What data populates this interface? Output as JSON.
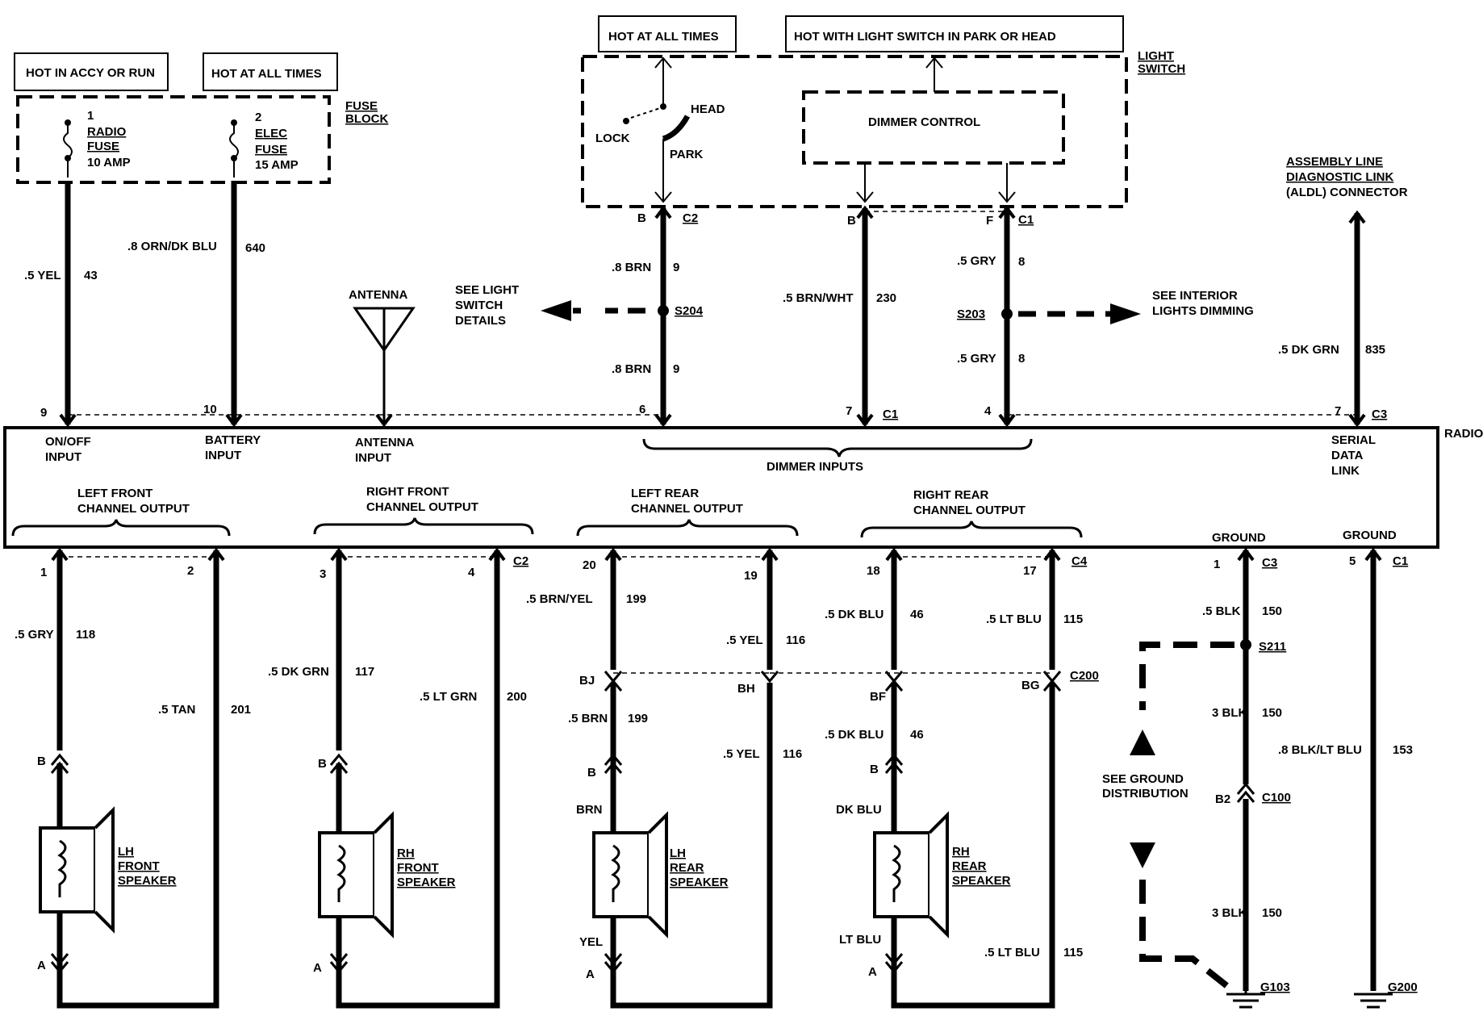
{
  "power": {
    "accy_run": "HOT IN ACCY OR RUN",
    "hot_all_times_left": "HOT AT ALL TIMES",
    "hot_all_times_top": "HOT AT ALL TIMES",
    "light_switch_park_head": "HOT WITH LIGHT SWITCH IN PARK OR HEAD"
  },
  "fuse_block": {
    "label": [
      "FUSE",
      "BLOCK"
    ],
    "fuse1": {
      "num": "1",
      "lines": [
        "RADIO",
        "FUSE",
        "10 AMP"
      ]
    },
    "fuse2": {
      "num": "2",
      "lines": [
        "ELEC",
        "FUSE",
        "15 AMP"
      ]
    }
  },
  "light_switch": {
    "label": [
      "LIGHT",
      "SWITCH"
    ],
    "head": "HEAD",
    "lock": "LOCK",
    "park": "PARK",
    "dimmer": "DIMMER CONTROL"
  },
  "aldl": [
    "ASSEMBLY LINE",
    "DIAGNOSTIC LINK",
    "(ALDL) CONNECTOR"
  ],
  "wires_top": {
    "w43": {
      "gauge": ".5 YEL",
      "circuit": "43"
    },
    "w640": {
      "gauge": ".8 ORN/DK BLU",
      "circuit": "640"
    },
    "w9a": {
      "gauge": ".8 BRN",
      "circuit": "9"
    },
    "w9b": {
      "gauge": ".8 BRN",
      "circuit": "9"
    },
    "w230": {
      "gauge": ".5 BRN/WHT",
      "circuit": "230"
    },
    "w8a": {
      "gauge": ".5 GRY",
      "circuit": "8"
    },
    "w8b": {
      "gauge": ".5 GRY",
      "circuit": "8"
    },
    "w835": {
      "gauge": ".5 DK GRN",
      "circuit": "835"
    }
  },
  "connectors_top": {
    "c2_pin": "B",
    "c2_label": "C2",
    "b_pin": "B",
    "c1_pin": "F",
    "c1_label": "C1"
  },
  "splices": {
    "s204": "S204",
    "s203": "S203",
    "s211": "S211"
  },
  "refs": {
    "light_switch_details": [
      "SEE LIGHT",
      "SWITCH",
      "DETAILS"
    ],
    "interior_dimming": [
      "SEE INTERIOR",
      "LIGHTS DIMMING"
    ],
    "ground_distribution": [
      "SEE  GROUND",
      "DISTRIBUTION"
    ]
  },
  "antenna": "ANTENNA",
  "radio": {
    "label": "RADIO",
    "pins_top": {
      "p9": "9",
      "p10": "10",
      "p6": "6",
      "p7": "7",
      "c1": "C1",
      "p4": "4",
      "p7b": "7",
      "c3": "C3"
    },
    "inputs": {
      "onoff": [
        "ON/OFF",
        "INPUT"
      ],
      "battery": [
        "BATTERY",
        "INPUT"
      ],
      "antenna": [
        "ANTENNA",
        "INPUT"
      ],
      "dimmer": "DIMMER INPUTS",
      "serial": [
        "SERIAL",
        "DATA",
        "LINK"
      ]
    },
    "outputs": {
      "lf": [
        "LEFT FRONT",
        "CHANNEL OUTPUT"
      ],
      "rf": [
        "RIGHT FRONT",
        "CHANNEL OUTPUT"
      ],
      "lr": [
        "LEFT REAR",
        "CHANNEL OUTPUT"
      ],
      "rr": [
        "RIGHT REAR",
        "CHANNEL OUTPUT"
      ],
      "ground1": "GROUND",
      "ground2": "GROUND"
    },
    "pins_bottom": {
      "p1": "1",
      "p2": "2",
      "p3": "3",
      "p4": "4",
      "c2": "C2",
      "p20": "20",
      "p19": "19",
      "p18": "18",
      "p17": "17",
      "c4": "C4",
      "g1": "1",
      "gc3": "C3",
      "g5": "5",
      "gc1": "C1"
    }
  },
  "wires_bottom": {
    "w118": {
      "gauge": ".5 GRY",
      "circuit": "118"
    },
    "w201": {
      "gauge": ".5 TAN",
      "circuit": "201"
    },
    "w117": {
      "gauge": ".5 DK GRN",
      "circuit": "117"
    },
    "w200": {
      "gauge": ".5 LT GRN",
      "circuit": "200"
    },
    "w199a": {
      "gauge": ".5 BRN/YEL",
      "circuit": "199"
    },
    "w116a": {
      "gauge": ".5 YEL",
      "circuit": "116"
    },
    "w199b": {
      "gauge": ".5 BRN",
      "circuit": "199"
    },
    "w116b": {
      "gauge": ".5 YEL",
      "circuit": "116"
    },
    "w46a": {
      "gauge": ".5 DK BLU",
      "circuit": "46"
    },
    "w115a": {
      "gauge": ".5 LT BLU",
      "circuit": "115"
    },
    "w46b": {
      "gauge": ".5 DK BLU",
      "circuit": "46"
    },
    "w115b": {
      "gauge": ".5 LT BLU",
      "circuit": "115"
    },
    "w150a": {
      "gauge": ".5 BLK",
      "circuit": "150"
    },
    "w150b": {
      "gauge": "3 BLK",
      "circuit": "150"
    },
    "w150c": {
      "gauge": "3 BLK",
      "circuit": "150"
    },
    "w153": {
      "gauge": ".8 BLK/LT BLU",
      "circuit": "153"
    }
  },
  "c200": {
    "label": "C200",
    "bj": "BJ",
    "bh": "BH",
    "bf": "BF",
    "bg": "BG"
  },
  "c100": {
    "label": "C100",
    "pin": "B2"
  },
  "speakers": {
    "lf": {
      "name": [
        "LH",
        "FRONT",
        "SPEAKER"
      ],
      "pin_b": "B",
      "pin_a": "A"
    },
    "rf": {
      "name": [
        "RH",
        "FRONT",
        "SPEAKER"
      ],
      "pin_b": "B",
      "pin_a": "A"
    },
    "lr": {
      "name": [
        "LH",
        "REAR",
        "SPEAKER"
      ],
      "pin_b": "B",
      "pin_a": "A",
      "wire_b": "BRN",
      "wire_a": "YEL"
    },
    "rr": {
      "name": [
        "RH",
        "REAR",
        "SPEAKER"
      ],
      "pin_b": "B",
      "pin_a": "A",
      "wire_b": "DK BLU",
      "wire_a": "LT BLU"
    }
  },
  "grounds": {
    "g103": "G103",
    "g200": "G200"
  }
}
